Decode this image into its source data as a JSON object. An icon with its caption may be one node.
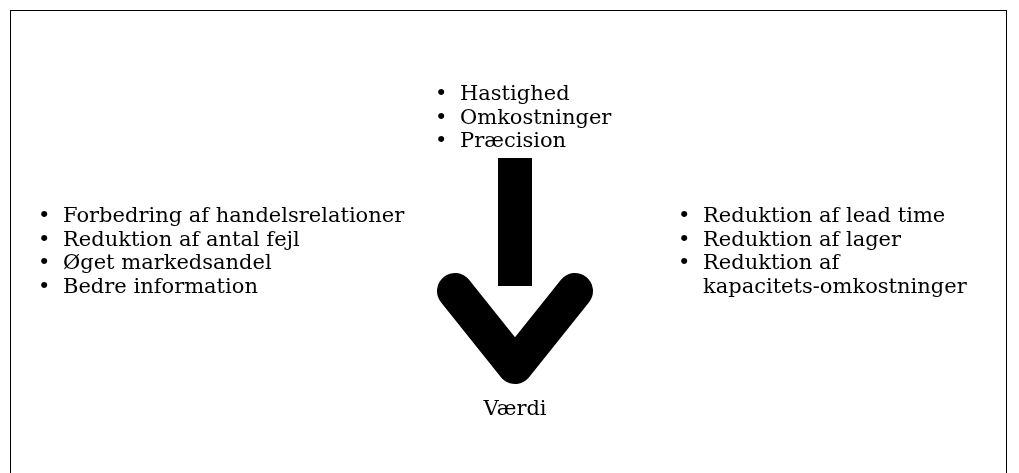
{
  "diagram": {
    "nodes": [
      {
        "text": [
          "• Hastighed",
          "• Omkostninger",
          "• Præcision"
        ]
      },
      {
        "text": [
          "• Forbedring af handelsrelationer",
          "• Reduktion af antal fejl",
          "• Øget markedsandel",
          "• Bedre information"
        ]
      },
      {
        "text": [
          "• Reduktion af lead time",
          "• Reduktion af lager",
          "• Reduktion af kapacitets-omkostninger"
        ]
      },
      {
        "text": [
          "Værdi"
        ]
      }
    ],
    "edges": [
      {
        "from": 0,
        "to": 3,
        "arrow": "to"
      }
    ]
  }
}
